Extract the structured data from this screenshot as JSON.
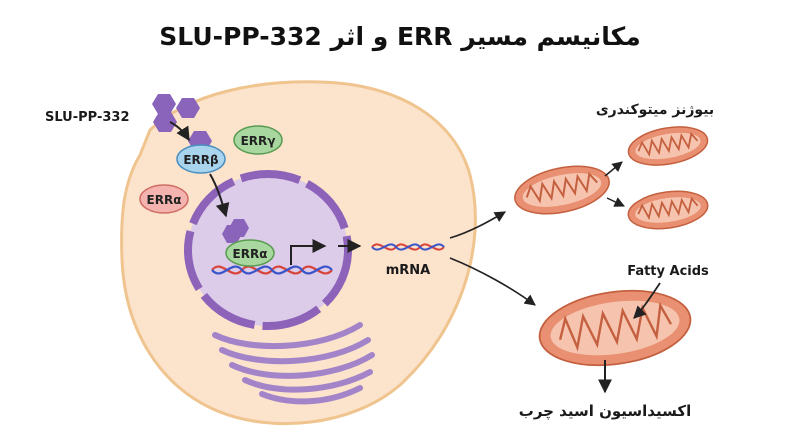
{
  "title": "مکانیسم مسیر ERR و اثر SLU-PP-332",
  "labels": {
    "ligand": "SLU-PP-332",
    "err_beta": "ERRβ",
    "err_gamma": "ERRγ",
    "err_alpha_cytoplasm": "ERRα",
    "err_alpha_nucleus": "ERRα",
    "mrna": "mRNA",
    "biogenesis": "بیوژنز میتوکندری",
    "fatty_acids": "Fatty Acids",
    "fatty_acid_oxidation": "اکسیداسیون اسید چرب"
  },
  "colors": {
    "cell_fill": "#fbe3cc",
    "cell_stroke": "#f0c48e",
    "nucleus_fill": "#dccbe9",
    "nucleus_stroke": "#8c63b8",
    "ligand": "#8a63bb",
    "err_beta": "#a9d4ee",
    "err_green": "#a8d8a0",
    "err_alpha": "#f4b3ae",
    "mito_outer": "#e98f72",
    "mito_inner": "#f6c4ae",
    "dna_red": "#d9443a",
    "dna_blue": "#3a55c9",
    "arrow": "#222222"
  }
}
